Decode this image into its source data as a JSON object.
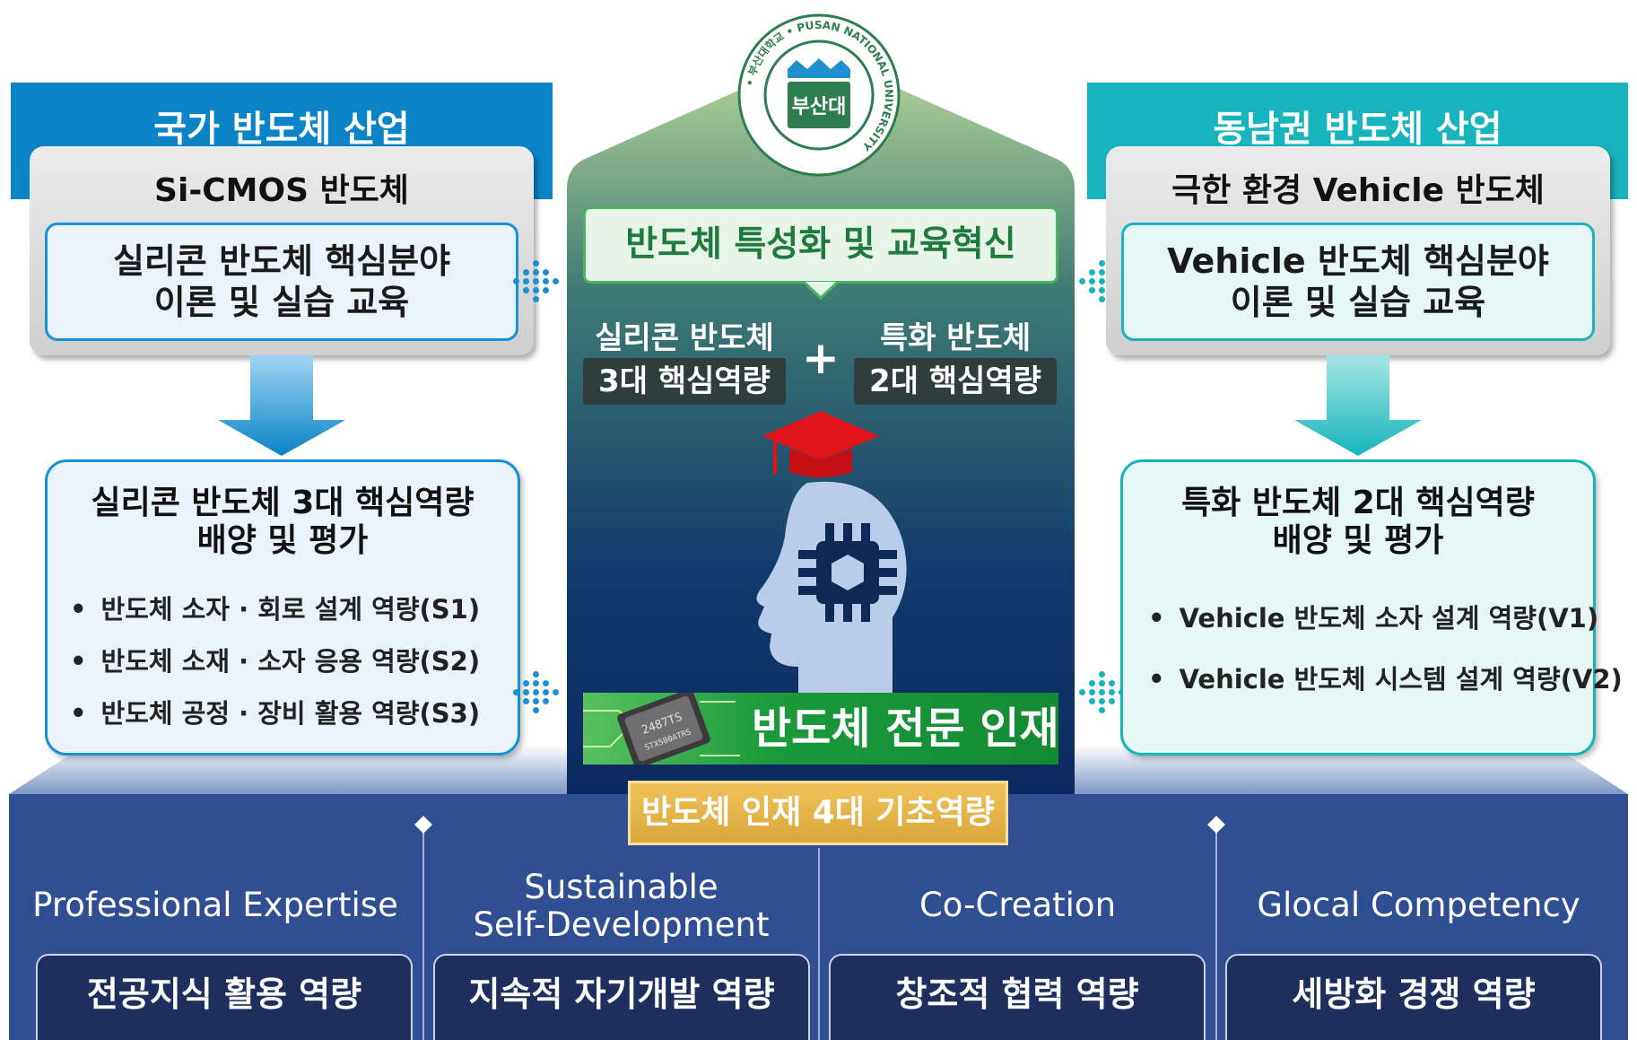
{
  "logo": {
    "ring_text": "• 부산대학교 • PUSAN NATIONAL UNIVERSITY",
    "center": "부산대"
  },
  "left": {
    "banner": "국가 반도체 산업",
    "subhead": "Si-CMOS 반도체",
    "edu_line1": "실리콘 반도체 핵심분야",
    "edu_line2": "이론 및 실습 교육",
    "comp_title1": "실리콘 반도체 3대 핵심역량",
    "comp_title2": "배양 및 평가",
    "items": [
      "반도체 소자 · 회로 설계 역량(S1)",
      "반도체 소재 · 소자 응용 역량(S2)",
      "반도체 공정 · 장비 활용 역량(S3)"
    ]
  },
  "right": {
    "banner": "동남권 반도체 산업",
    "subhead": "극한 환경 Vehicle 반도체",
    "edu_line1": "Vehicle 반도체 핵심분야",
    "edu_line2": "이론 및 실습 교육",
    "comp_title1": "특화 반도체 2대 핵심역량",
    "comp_title2": "배양 및 평가",
    "items": [
      "Vehicle 반도체 소자 설계 역량(V1)",
      "Vehicle 반도체 시스템 설계 역량(V2)"
    ]
  },
  "center": {
    "heading": "반도체 특성화 및 교육혁신",
    "left_line1": "실리콘 반도체",
    "left_line2": "3대 핵심역량",
    "plus": "+",
    "right_line1": "특화 반도체",
    "right_line2": "2대 핵심역량",
    "talent": "반도체 전문 인재",
    "chip_text1": "2487TS",
    "chip_text2": "STX500ATRS"
  },
  "foundation": {
    "label": "반도체 인재 4대 기초역량",
    "pillars": [
      {
        "title_line1": "Professional Expertise",
        "title_line2": "",
        "box": "전공지식 활용 역량"
      },
      {
        "title_line1": "Sustainable",
        "title_line2": "Self-Development",
        "box": "지속적 자기개발 역량"
      },
      {
        "title_line1": "Co-Creation",
        "title_line2": "",
        "box": "창조적 협력 역량"
      },
      {
        "title_line1": "Glocal Competency",
        "title_line2": "",
        "box": "세방화 경쟁 역량"
      }
    ]
  },
  "colors": {
    "left_banner": "#0a84c6",
    "right_banner": "#17b4bd",
    "center_top": "#b9d79a",
    "center_bottom": "#0b2a5f",
    "base_blue": "#2f4f92",
    "gold": "#d9a63a",
    "mortarboard": "#e0141b",
    "talent_green": "#1a9a3c"
  }
}
